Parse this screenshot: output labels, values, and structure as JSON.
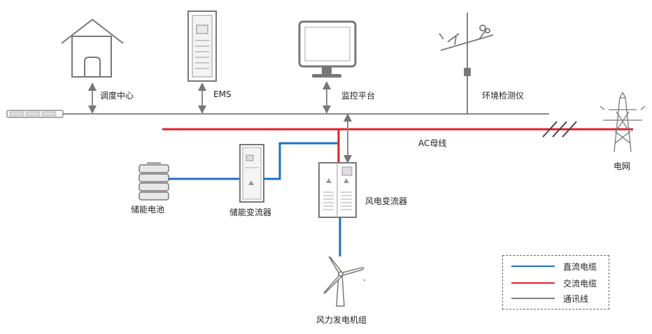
{
  "nodes": {
    "dispatch": "调度中心",
    "ems": "EMS",
    "monitor": "监控平台",
    "env_monitor": "环境检测仪",
    "ac_bus": "AC母线",
    "grid": "电网",
    "battery": "储能电池",
    "storage_converter": "储能变流器",
    "wind_converter": "风电变流器",
    "wind_turbine": "风力发电机组"
  },
  "legend": [
    {
      "label": "直流电缆",
      "color": "#1f6fc5"
    },
    {
      "label": "交流电缆",
      "color": "#e0202a"
    },
    {
      "label": "通讯线",
      "color": "#7f7f7f"
    }
  ],
  "colors": {
    "dc": "#1f6fc5",
    "ac": "#e0202a",
    "comm": "#7f7f7f",
    "device": "#8a8a8a"
  }
}
